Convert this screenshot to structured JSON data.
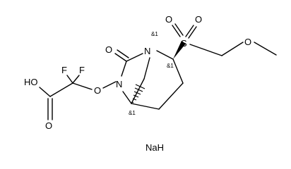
{
  "molecule": {
    "atom_labels": {
      "hydroxyl": "HO",
      "carbonyl_oxygen_acid": "O",
      "fluorine_left": "F",
      "fluorine_right": "F",
      "ether_oxygen": "O",
      "ring_nitrogen_left": "N",
      "ring_nitrogen_top": "N",
      "lactam_oxygen": "O",
      "sulfur": "S",
      "sulfonyl_oxygen_left": "O",
      "sulfonyl_oxygen_right": "O",
      "methoxy_oxygen": "O"
    },
    "stereo_labels": {
      "bridgehead_top": "&1",
      "ring_carbon_right": "&1",
      "bridgehead_bottom": "&1"
    },
    "counterion": "NaH"
  }
}
